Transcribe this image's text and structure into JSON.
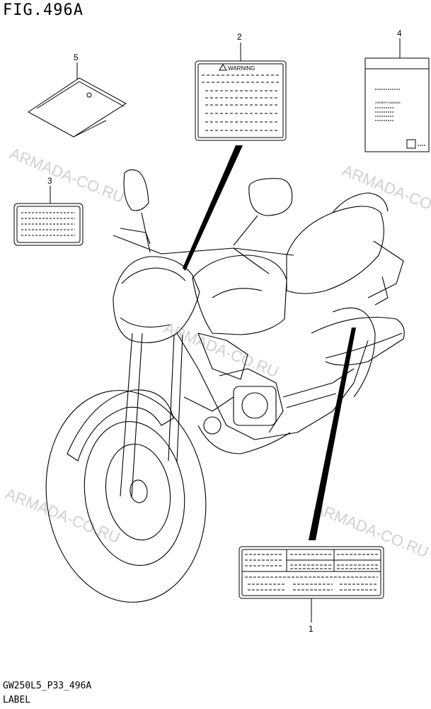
{
  "header": {
    "title": "FIG.496A"
  },
  "footer": {
    "code": "GW250L5_P33_496A",
    "label": "LABEL"
  },
  "callouts": [
    "1",
    "2",
    "3",
    "4",
    "5"
  ],
  "warning_label": {
    "text": "WARNING"
  },
  "manual": {
    "title": "OWNER'S MANUAL"
  },
  "watermark": {
    "text": "ARMADA-CO.RU"
  }
}
